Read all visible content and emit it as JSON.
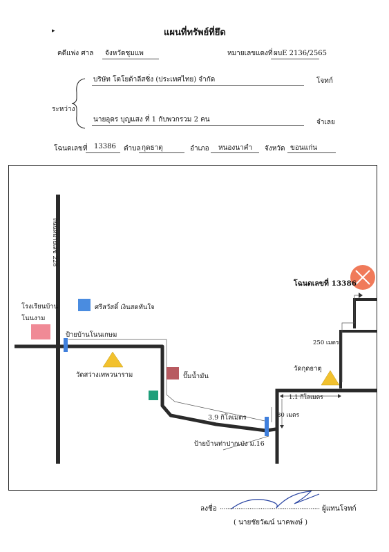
{
  "header": {
    "title": "แผนที่ทรัพย์ที่ยึด",
    "case": {
      "court_label": "คดีแพ่ง  ศาล",
      "court_value": "จังหวัดชุมแพ",
      "case_no_label": "หมายเลขแดงที่",
      "case_no_value": "ผบE 2136/2565"
    },
    "parties": {
      "between_label": "ระหว่าง",
      "plaintiff": "บริษัท  โตโยต้าลีสซิ่ง (ประเทศไทย) จำกัด",
      "plaintiff_role": "โจทก์",
      "defendant": "นายอุดร  บุญแสง  ที่ 1 กับพวกรวม 2 คน",
      "defendant_role": "จำเลย"
    },
    "land": {
      "deed_label": "โฉนดเลขที่",
      "deed_value": "13386",
      "subdistrict_label": "ตำบล",
      "subdistrict_value": "กุดธาตุ",
      "district_label": "อำเภอ",
      "district_value": "หนองนาคำ",
      "province_label": "จังหวัด",
      "province_value": "ขอนแก่น"
    }
  },
  "map": {
    "road_label": "ถนนหมายเลข 228",
    "deed_label": "โฉนดเลขที่ 13386",
    "school": "โรงเรียนบ้าน",
    "school_line2": "โนนงาม",
    "shop": "ศรีสวัสดิ์ เงินสดทันใจ",
    "bus_stop_1": "ป้ายบ้านโนนเกษม",
    "temple_1": "วัดสว่างเทพวนาราม",
    "gas_station": "ปั๊มน้ำมัน",
    "distance_1": "3.9  กิโลเมตร",
    "bus_stop_2": "ป้ายบ้านท่าปากเป่ง ม.16",
    "temple_2": "วัดกุดธาตุ",
    "distance_2": "1.1  กิโลเมตร",
    "distance_3": "80 เมตร",
    "distance_4": "250 เมตร",
    "colors": {
      "school": "#f08a96",
      "shop": "#4a8ce0",
      "gas_station": "#b85a60",
      "green_marker": "#1e9e7a",
      "temple": "#f2c12e",
      "target": "#f07a5a",
      "bus_stop": "#3f7fdc"
    }
  },
  "signature": {
    "sign_label": "ลงชื่อ",
    "dots": "......................................................",
    "role": "ผู้แทนโจทก์",
    "name": "( นายชัยวัฒน์   นาคพงษ์  )"
  }
}
